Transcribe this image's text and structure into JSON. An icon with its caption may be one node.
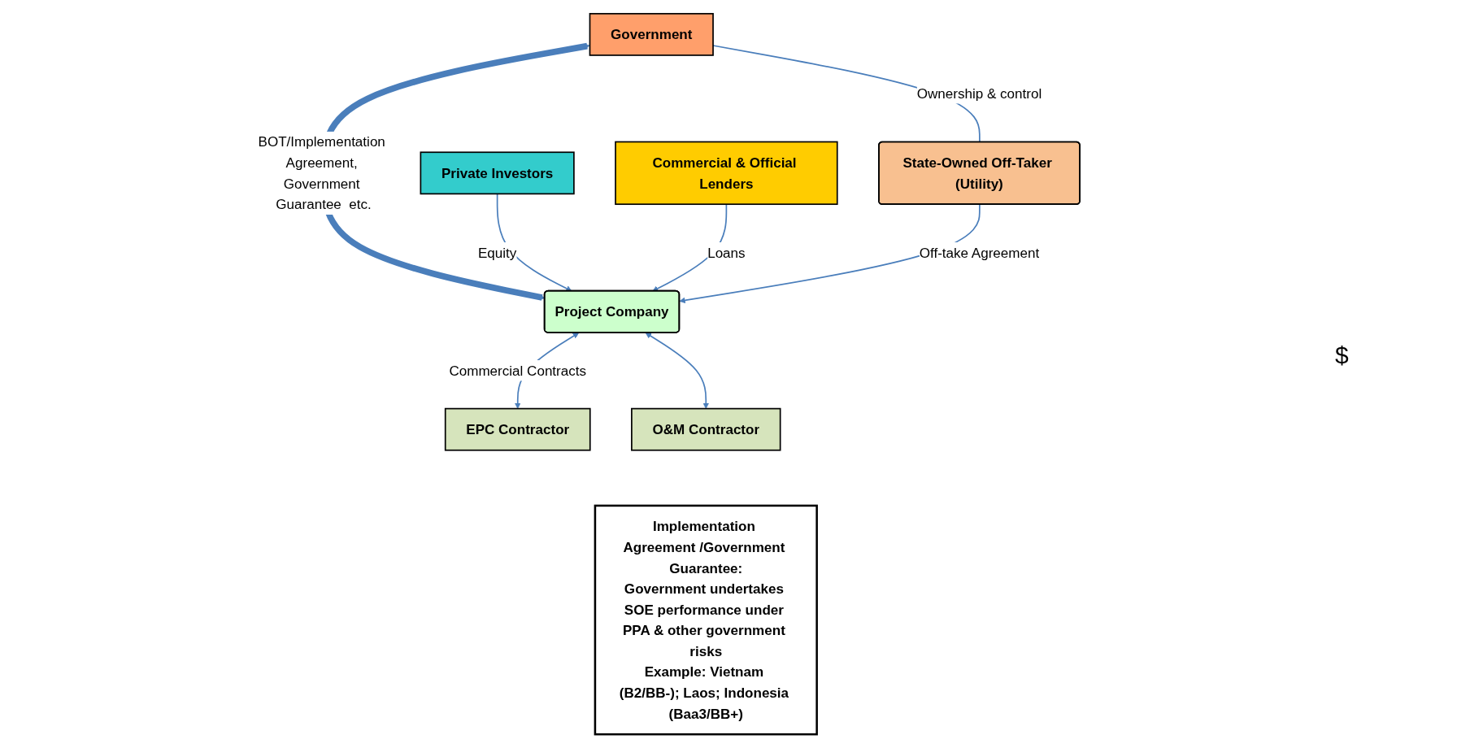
{
  "diagram": {
    "nodes": [
      {
        "text": [
          "Government"
        ]
      },
      {
        "text": [
          "Private Investors"
        ]
      },
      {
        "text": [
          "Commercial & Official Lenders"
        ]
      },
      {
        "text": [
          "Project Company"
        ]
      },
      {
        "text": [
          "State-Owned Off-Taker (Utility)"
        ]
      },
      {
        "text": [
          "EPC Contractor"
        ]
      },
      {
        "text": [
          "O&M Contractor"
        ]
      },
      {
        "text": [
          "Implementation Agreement /Government Guarantee:",
          "Government undertakes SOE performance under PPA & other government risks",
          "Example: Vietnam (B2/BB-); Laos; Indonesia (Baa3/BB+)"
        ]
      }
    ],
    "edges": [
      {
        "from": 0,
        "to": 3,
        "arrow": "both",
        "label": "BOT/Implementation Agreement, Government Guarantee  etc.",
        "style": "thick"
      },
      {
        "from": 1,
        "to": 3,
        "arrow": "to",
        "label": "Equity"
      },
      {
        "from": 2,
        "to": 3,
        "arrow": "to",
        "label": "Loans"
      },
      {
        "from": 4,
        "to": 3,
        "arrow": "to",
        "label": "Off-take Agreement"
      },
      {
        "from": 4,
        "to": 0,
        "arrow": "none",
        "label": "Ownership & control"
      },
      {
        "from": 3,
        "to": 5,
        "arrow": "both",
        "label": "Commercial Contracts"
      },
      {
        "from": 3,
        "to": 6,
        "arrow": "both"
      }
    ],
    "labels": [
      "$"
    ]
  }
}
